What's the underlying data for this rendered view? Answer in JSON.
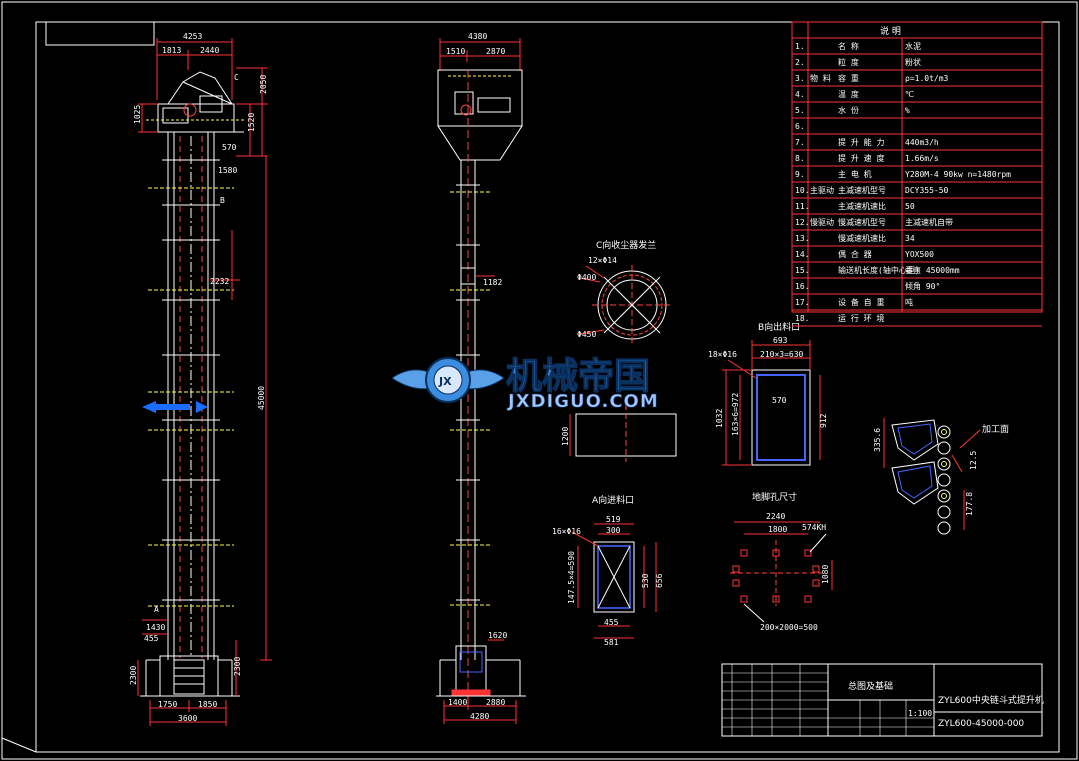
{
  "colors": {
    "background": "#000000",
    "frame": "#ffffff",
    "dimension": "#ff3333",
    "outline": "#ffffff",
    "centerline": "#ff4444",
    "hatch": "#ffff44",
    "detail": "#4466ff",
    "blue_arrow": "#1a6dff"
  },
  "watermark": {
    "chinese": "机械帝国",
    "english": "JXDIGUO.COM",
    "badge": "JX"
  },
  "front_view": {
    "dim_top_total": "4253",
    "dim_top_left": "1813",
    "dim_top_right": "2440",
    "label_c": "C",
    "dim_head_h": "2050",
    "dim_head_h2": "1520",
    "dim_left_head": "1025",
    "dim_570": "570",
    "dim_1580": "1580",
    "label_b": "B",
    "dim_2232": "2232",
    "dim_total_h": "45000",
    "label_a": "A",
    "dim_1430": "1430",
    "dim_455": "455",
    "dim_2300": "2300",
    "dim_base_left": "1750",
    "dim_base_right": "1850",
    "dim_base_total": "3600",
    "dim_2300_right": "2300"
  },
  "side_view": {
    "dim_top_total": "4380",
    "dim_top_left": "1510",
    "dim_top_right": "2870",
    "dim_1182": "1182",
    "dim_1620": "1620",
    "dim_base_left": "1400",
    "dim_base_right": "2880",
    "dim_base_total": "4280"
  },
  "flange_c": {
    "title": "C向收尘器发兰",
    "holes": "12×Φ14",
    "d_inner": "Φ400",
    "d_outer": "Φ450"
  },
  "outlet_b": {
    "title": "B向出料口",
    "holes": "18×Φ16",
    "dim_top": "693",
    "dim_pitch": "210×3=630",
    "dim_inner": "570",
    "dim_side_left": "1032",
    "dim_side_pitch": "163×6=972",
    "dim_side_right": "912",
    "dim_1200": "1200"
  },
  "inlet_a": {
    "title": "A向进料口",
    "holes": "16×Φ16",
    "dim_top": "519",
    "dim_inner": "300",
    "dim_side": "147.5×4=590",
    "dim_530": "530",
    "dim_656": "656",
    "dim_bottom_inner": "455",
    "dim_bottom": "581"
  },
  "anchor_holes": {
    "title": "地脚孔尺寸",
    "dim_total": "2240",
    "dim_mid": "1800",
    "bolt": "574KH",
    "dim_vert": "1080",
    "dim_bottom": "200×2000=500"
  },
  "bucket_detail": {
    "dim_left": "335.6",
    "label": "加工面",
    "dim_a": "12.5",
    "dim_b": "177.8"
  },
  "spec_table": {
    "header": "说    明",
    "rows": [
      {
        "no": "1.",
        "group": "",
        "name": "名    称",
        "value": "水泥"
      },
      {
        "no": "2.",
        "group": "",
        "name": "粒    度",
        "value": "粉状"
      },
      {
        "no": "3.",
        "group": "物 料",
        "name": "容    重",
        "value": "ρ=1.0t/m3"
      },
      {
        "no": "4.",
        "group": "",
        "name": "温    度",
        "value": "℃"
      },
      {
        "no": "5.",
        "group": "",
        "name": "水    份",
        "value": "%"
      },
      {
        "no": "6.",
        "group": "",
        "name": "",
        "value": ""
      },
      {
        "no": "7.",
        "group": "",
        "name": "提 升 能 力",
        "value": "440m3/h"
      },
      {
        "no": "8.",
        "group": "",
        "name": "提 升 速 度",
        "value": "1.66m/s"
      },
      {
        "no": "9.",
        "group": "",
        "name": "主 电 机",
        "value": "Y280M-4 90kw n=1480rpm"
      },
      {
        "no": "10.",
        "group": "主驱动",
        "name": "主减速机型号",
        "value": "DCY355-50"
      },
      {
        "no": "11.",
        "group": "",
        "name": "主减速机速比",
        "value": "50"
      },
      {
        "no": "12.",
        "group": "慢驱动",
        "name": "慢减速机型号",
        "value": "主减速机自带"
      },
      {
        "no": "13.",
        "group": "",
        "name": "慢减速机速比",
        "value": "34"
      },
      {
        "no": "14.",
        "group": "",
        "name": "偶  合  器",
        "value": "YOX500"
      },
      {
        "no": "15.",
        "group": "",
        "name": "输送机长度(轴中心距)",
        "value": "垂直 45000mm"
      },
      {
        "no": "16.",
        "group": "",
        "name": "",
        "value": "倾角 90°"
      },
      {
        "no": "17.",
        "group": "",
        "name": "设 备 自 重",
        "value": "吨"
      },
      {
        "no": "18.",
        "group": "",
        "name": "运 行 环 境",
        "value": ""
      }
    ]
  },
  "title_block": {
    "drawing_name": "总图及基础",
    "product": "ZYL600中央链斗式提升机",
    "drawing_no": "ZYL600-45000-000",
    "scale": "1:100"
  }
}
